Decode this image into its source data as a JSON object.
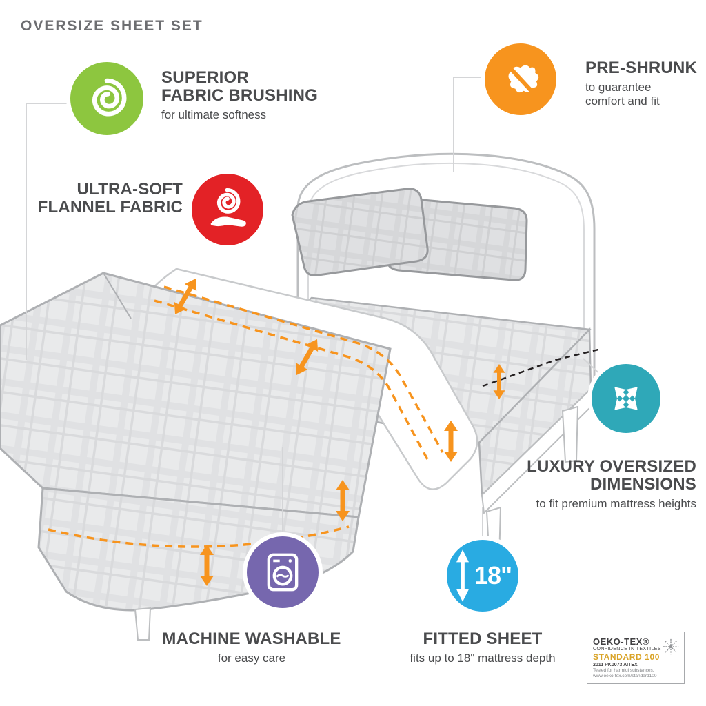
{
  "page": {
    "title": "OVERSIZE SHEET SET",
    "background": "#FFFFFF"
  },
  "features": {
    "brushing": {
      "icon": "fabric-brushing-swirl-icon",
      "color": "#8DC63F",
      "title_lines": [
        "SUPERIOR",
        "FABRIC BRUSHING"
      ],
      "subtitle_lines": [
        "for ultimate softness"
      ]
    },
    "flannel": {
      "icon": "soft-hand-swirl-icon",
      "color": "#E32226",
      "title_lines": [
        "ULTRA-SOFT",
        "FLANNEL FABRIC"
      ],
      "subtitle_lines": []
    },
    "preshrunk": {
      "icon": "no-shrink-fabric-icon",
      "color": "#F7941E",
      "title_lines": [
        "PRE-SHRUNK"
      ],
      "subtitle_lines": [
        "to guarantee",
        "comfort and fit"
      ]
    },
    "oversized": {
      "icon": "expand-arrows-icon",
      "color": "#2FA8B8",
      "title_lines": [
        "LUXURY OVERSIZED",
        "DIMENSIONS"
      ],
      "subtitle_lines": [
        "to fit premium mattress heights"
      ]
    },
    "washable": {
      "icon": "washing-machine-icon",
      "color": "#7667AE",
      "title_lines": [
        "MACHINE WASHABLE"
      ],
      "subtitle_lines": [
        "for easy care"
      ]
    },
    "fitted": {
      "icon": "mattress-depth-icon",
      "color": "#29ABE2",
      "badge_text": "18\"",
      "title_lines": [
        "FITTED SHEET"
      ],
      "subtitle_lines": [
        "fits up to 18\" mattress depth"
      ]
    }
  },
  "illustration": {
    "label": "line drawing of bed with oversized plaid sheet set",
    "accent_color": "#F7941E"
  },
  "certification": {
    "brand": "OEKO-TEX®",
    "confidence": "CONFIDENCE IN TEXTILES",
    "standard": "STANDARD 100",
    "code": "2011 PK0073 AITEX",
    "tested": "Tested for harmful substances.",
    "url": "www.oeko-tex.com/standard100"
  }
}
